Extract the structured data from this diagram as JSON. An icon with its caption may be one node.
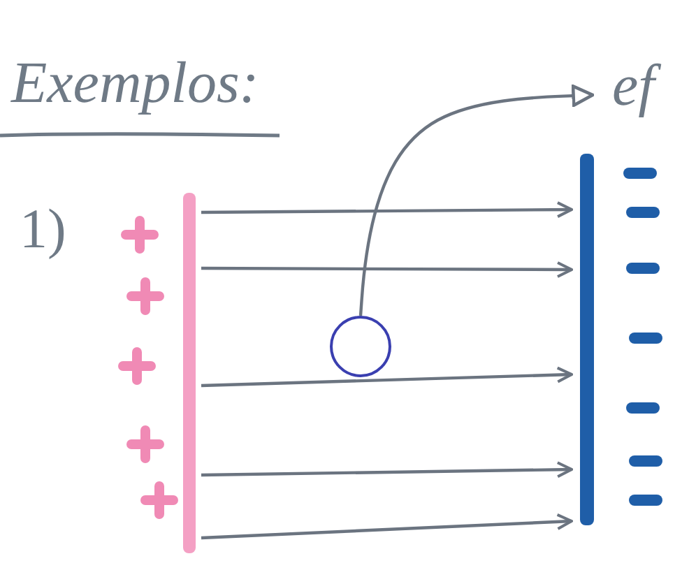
{
  "diagram": {
    "title": "Exemplos:",
    "nodes": [
      {
        "text": [],
        "shape": "bar"
      },
      {
        "text": [],
        "shape": "bar"
      },
      {
        "text": [],
        "shape": "circle"
      },
      {
        "text": [
          "ef"
        ]
      }
    ],
    "edges": [
      {
        "from": 0,
        "to": 1,
        "arrow": "to"
      },
      {
        "from": 0,
        "to": 1,
        "arrow": "to"
      },
      {
        "from": 0,
        "to": 1,
        "arrow": "to"
      },
      {
        "from": 0,
        "to": 1,
        "arrow": "to"
      },
      {
        "from": 0,
        "to": 1,
        "arrow": "to"
      },
      {
        "from": 2,
        "to": 3,
        "arrow": "to"
      }
    ],
    "labels": [
      "1)"
    ]
  }
}
